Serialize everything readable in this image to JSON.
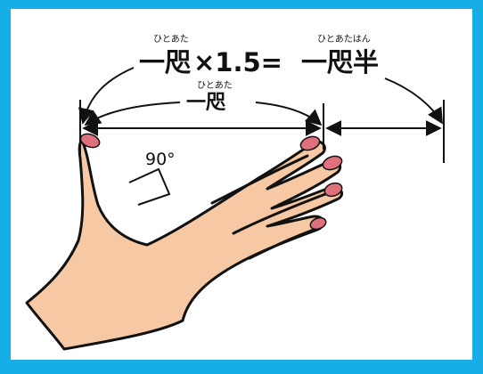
{
  "diagram": {
    "formula": {
      "ruby_left": "ひとあた",
      "left": "一咫",
      "op": "×1.5=",
      "ruby_right": "ひとあたはん",
      "right": "一咫半"
    },
    "inner": {
      "ruby": "ひとあた",
      "label": "一咫"
    },
    "angle": "90°",
    "colors": {
      "border": "#17aee7",
      "skin": "#f6c8a4",
      "nail": "#e0717c",
      "line": "#111111"
    }
  }
}
